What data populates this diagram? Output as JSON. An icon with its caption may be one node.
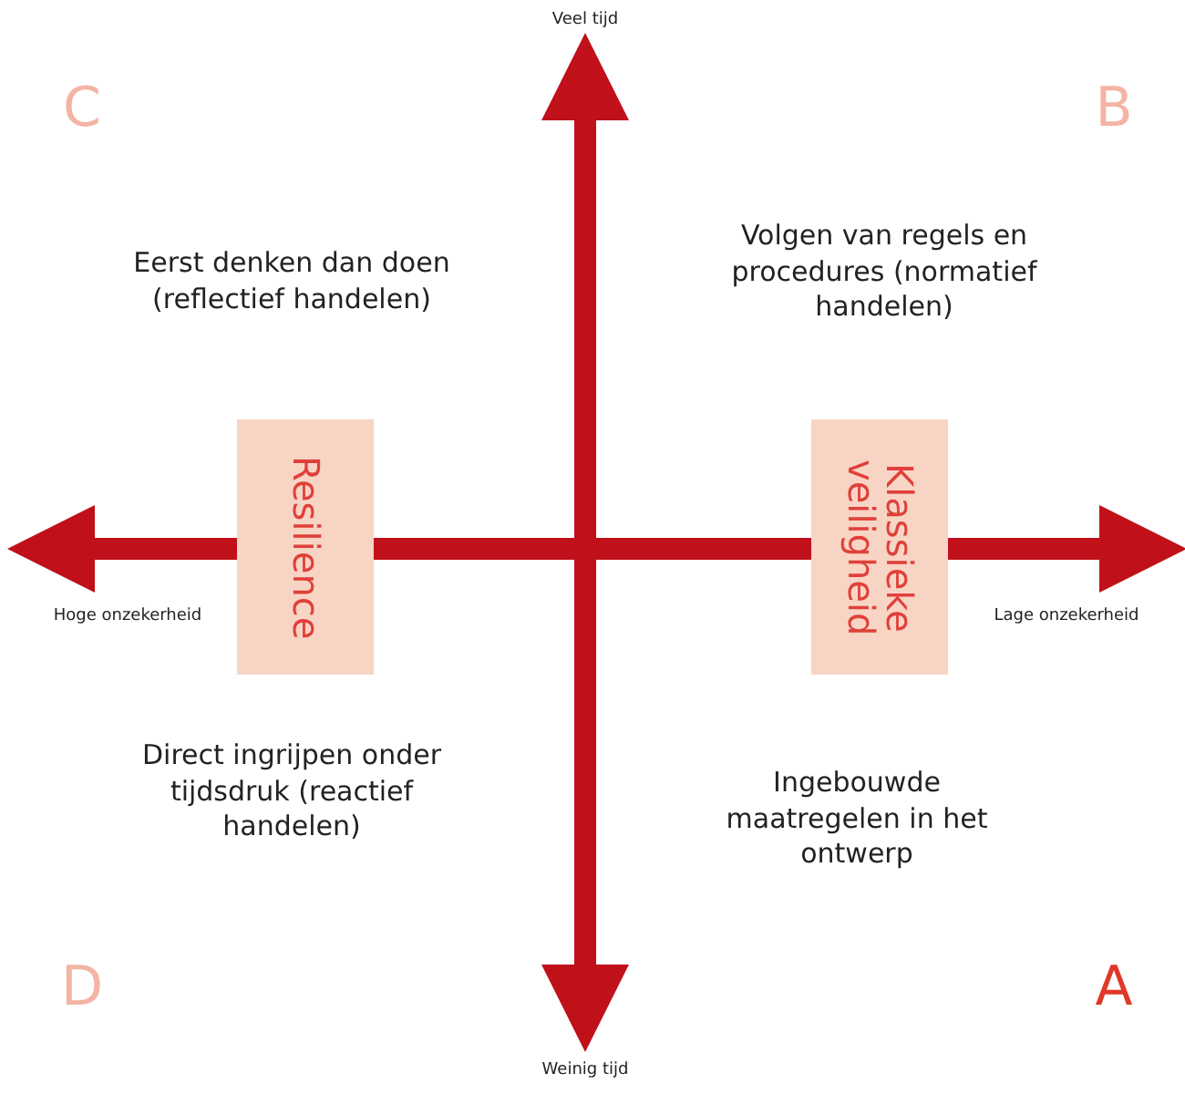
{
  "diagram": {
    "nodes": [
      {
        "text": [
          "Resilience"
        ]
      },
      {
        "text": [
          "Klassieke veiligheid"
        ]
      }
    ],
    "labels": [
      "Veel tijd",
      "C",
      "B",
      "Eerst denken dan doen (reflectief handelen)",
      "Volgen van regels en procedures (normatief handelen)",
      "Hoge onzekerheid",
      "Lage onzekerheid",
      "Direct ingrijpen onder tijdsdruk (reactief handelen)",
      "Ingebouwde maatregelen in het ontwerp",
      "D",
      "A",
      "Weinig tijd"
    ]
  }
}
